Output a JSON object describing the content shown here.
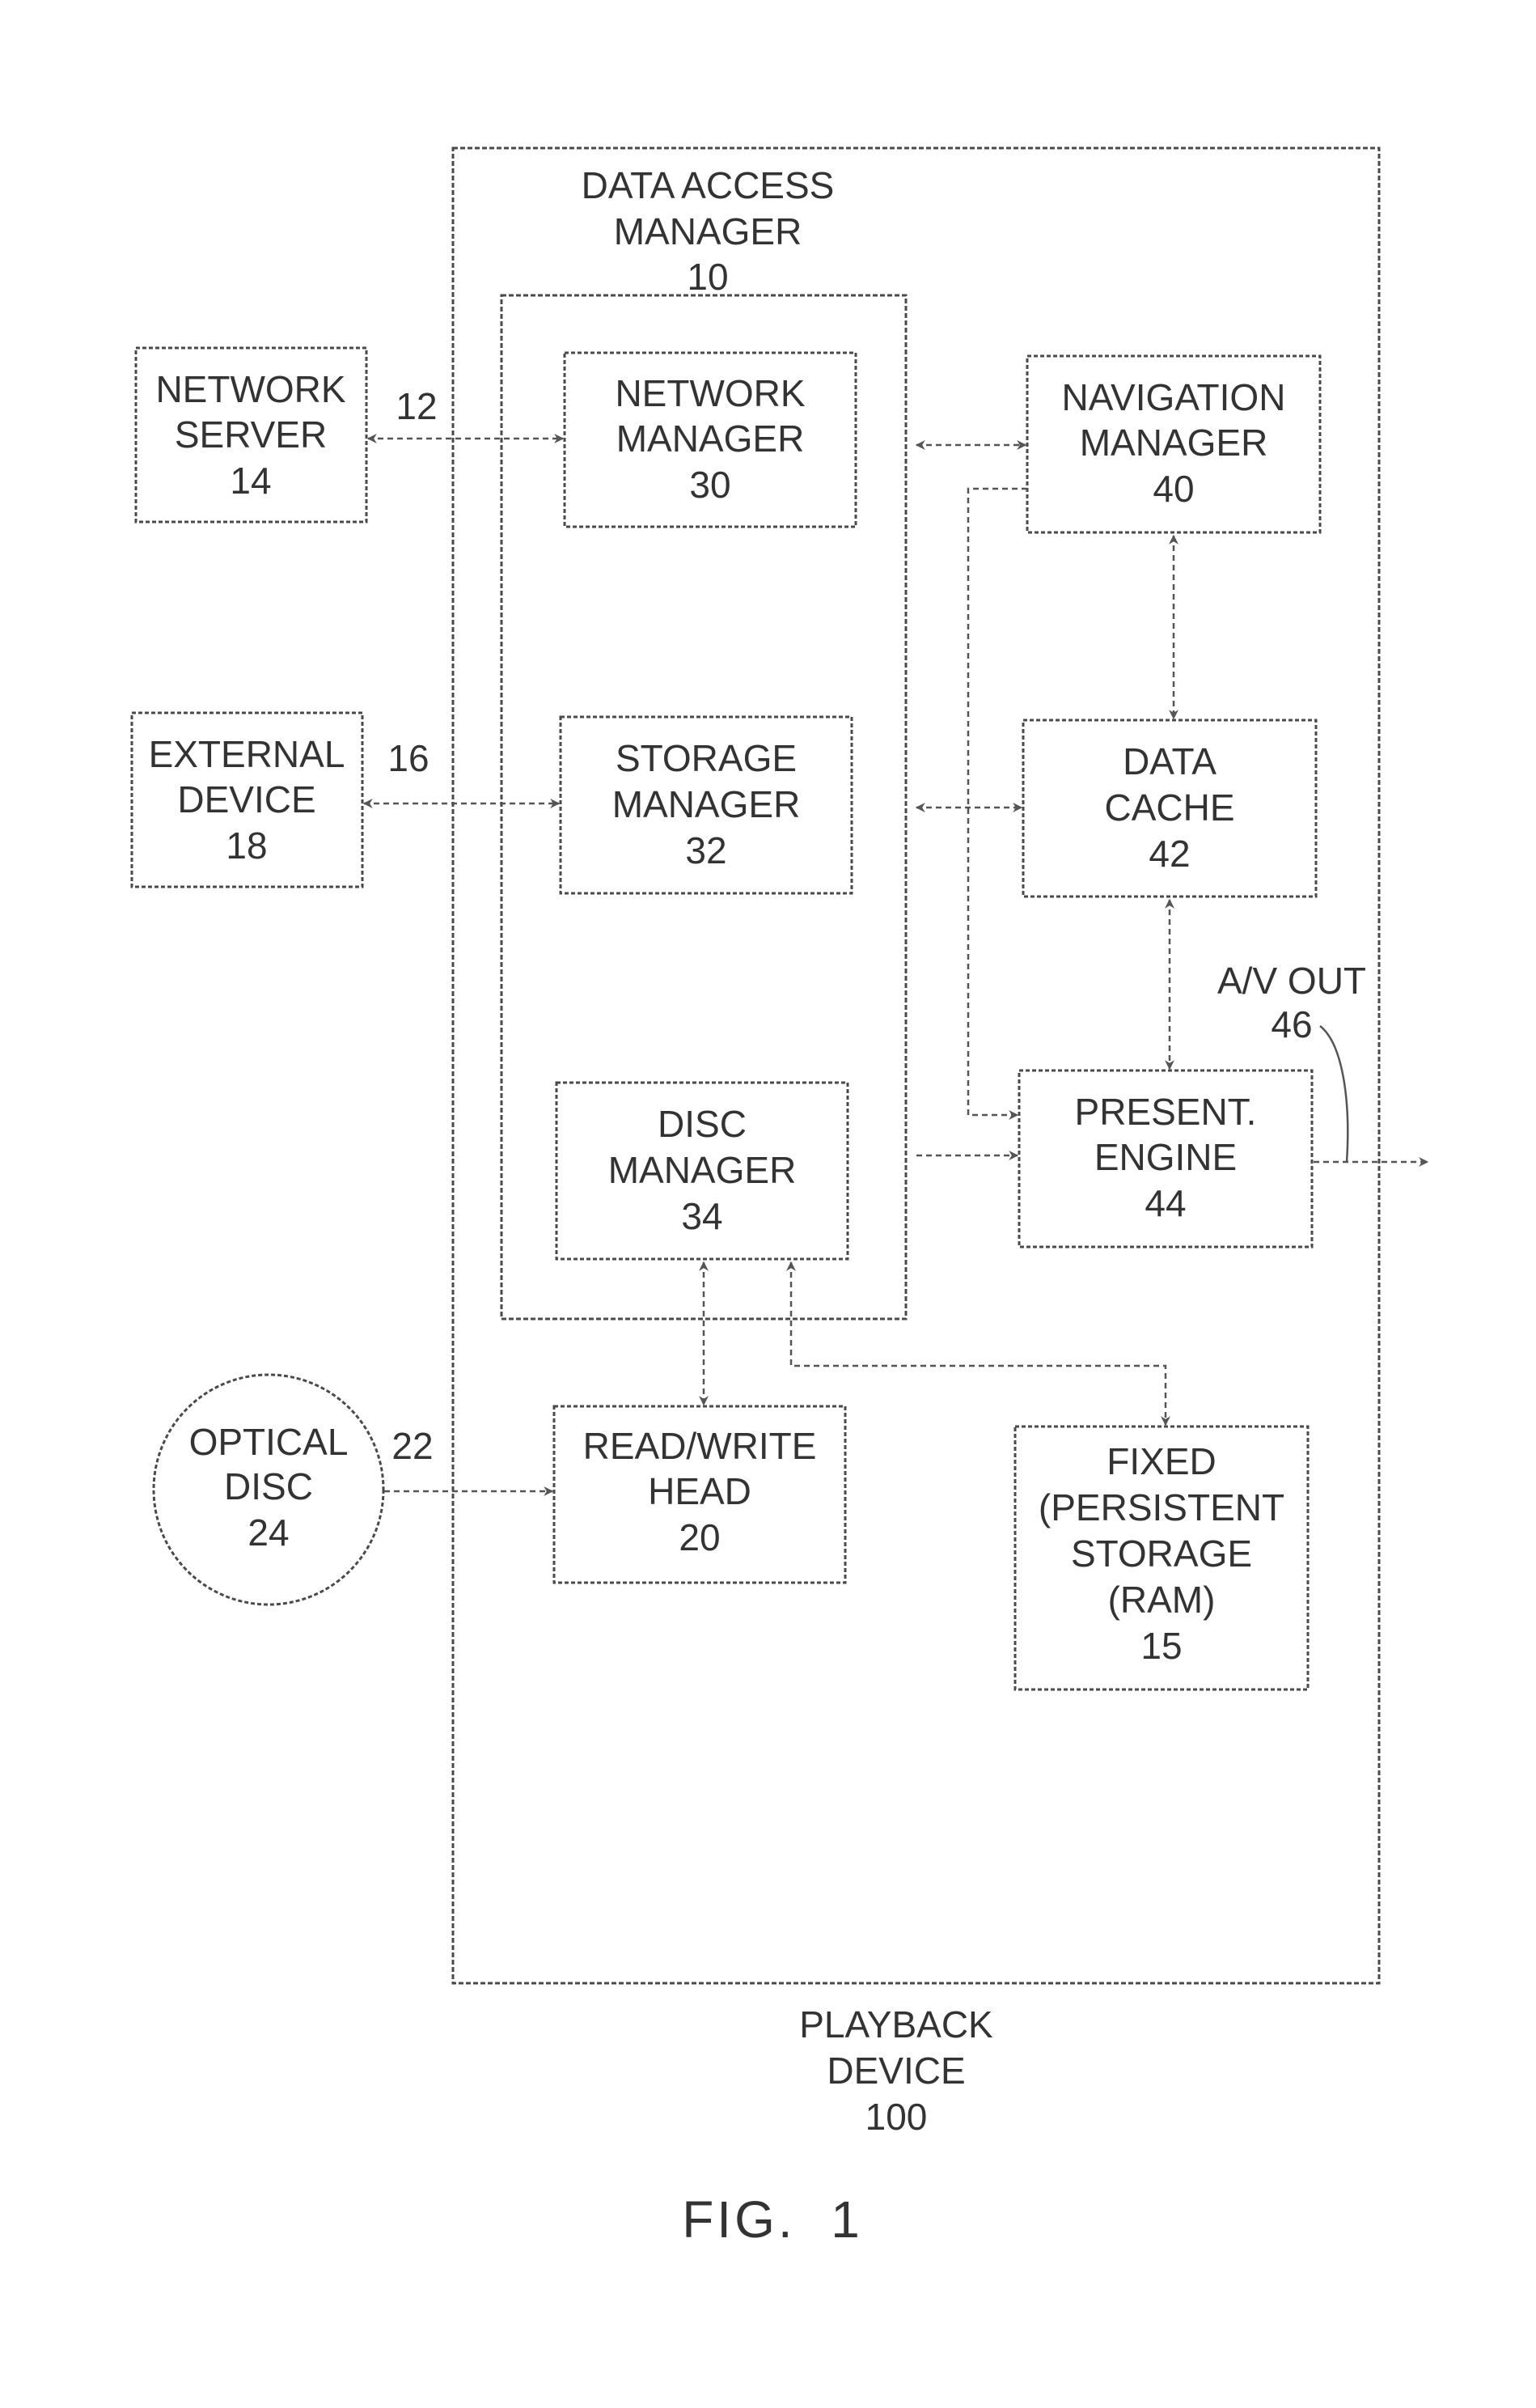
{
  "playback_device": {
    "line1": "PLAYBACK",
    "line2": "DEVICE",
    "ref": "100"
  },
  "data_access_manager": {
    "line1": "DATA ACCESS",
    "line2": "MANAGER",
    "ref": "10"
  },
  "network_server": {
    "line1": "NETWORK",
    "line2": "SERVER",
    "ref": "14"
  },
  "external_device": {
    "line1": "EXTERNAL",
    "line2": "DEVICE",
    "ref": "18"
  },
  "optical_disc": {
    "line1": "OPTICAL",
    "line2": "DISC",
    "ref": "24"
  },
  "network_manager": {
    "line1": "NETWORK",
    "line2": "MANAGER",
    "ref": "30"
  },
  "storage_manager": {
    "line1": "STORAGE",
    "line2": "MANAGER",
    "ref": "32"
  },
  "disc_manager": {
    "line1": "DISC",
    "line2": "MANAGER",
    "ref": "34"
  },
  "read_write_head": {
    "line1": "READ/WRITE",
    "line2": "HEAD",
    "ref": "20"
  },
  "navigation_manager": {
    "line1": "NAVIGATION",
    "line2": "MANAGER",
    "ref": "40"
  },
  "data_cache": {
    "line1": "DATA",
    "line2": "CACHE",
    "ref": "42"
  },
  "presentation_engine": {
    "line1": "PRESENT.",
    "line2": "ENGINE",
    "ref": "44"
  },
  "fixed_storage": {
    "line1": "FIXED",
    "line2": "(PERSISTENT",
    "line3": "STORAGE",
    "line4": "(RAM)",
    "ref": "15"
  },
  "links": {
    "network": "12",
    "external": "16",
    "optical": "22"
  },
  "av_out": {
    "label": "A/V OUT",
    "ref": "46"
  },
  "figure": {
    "caption": "FIG.  1"
  }
}
